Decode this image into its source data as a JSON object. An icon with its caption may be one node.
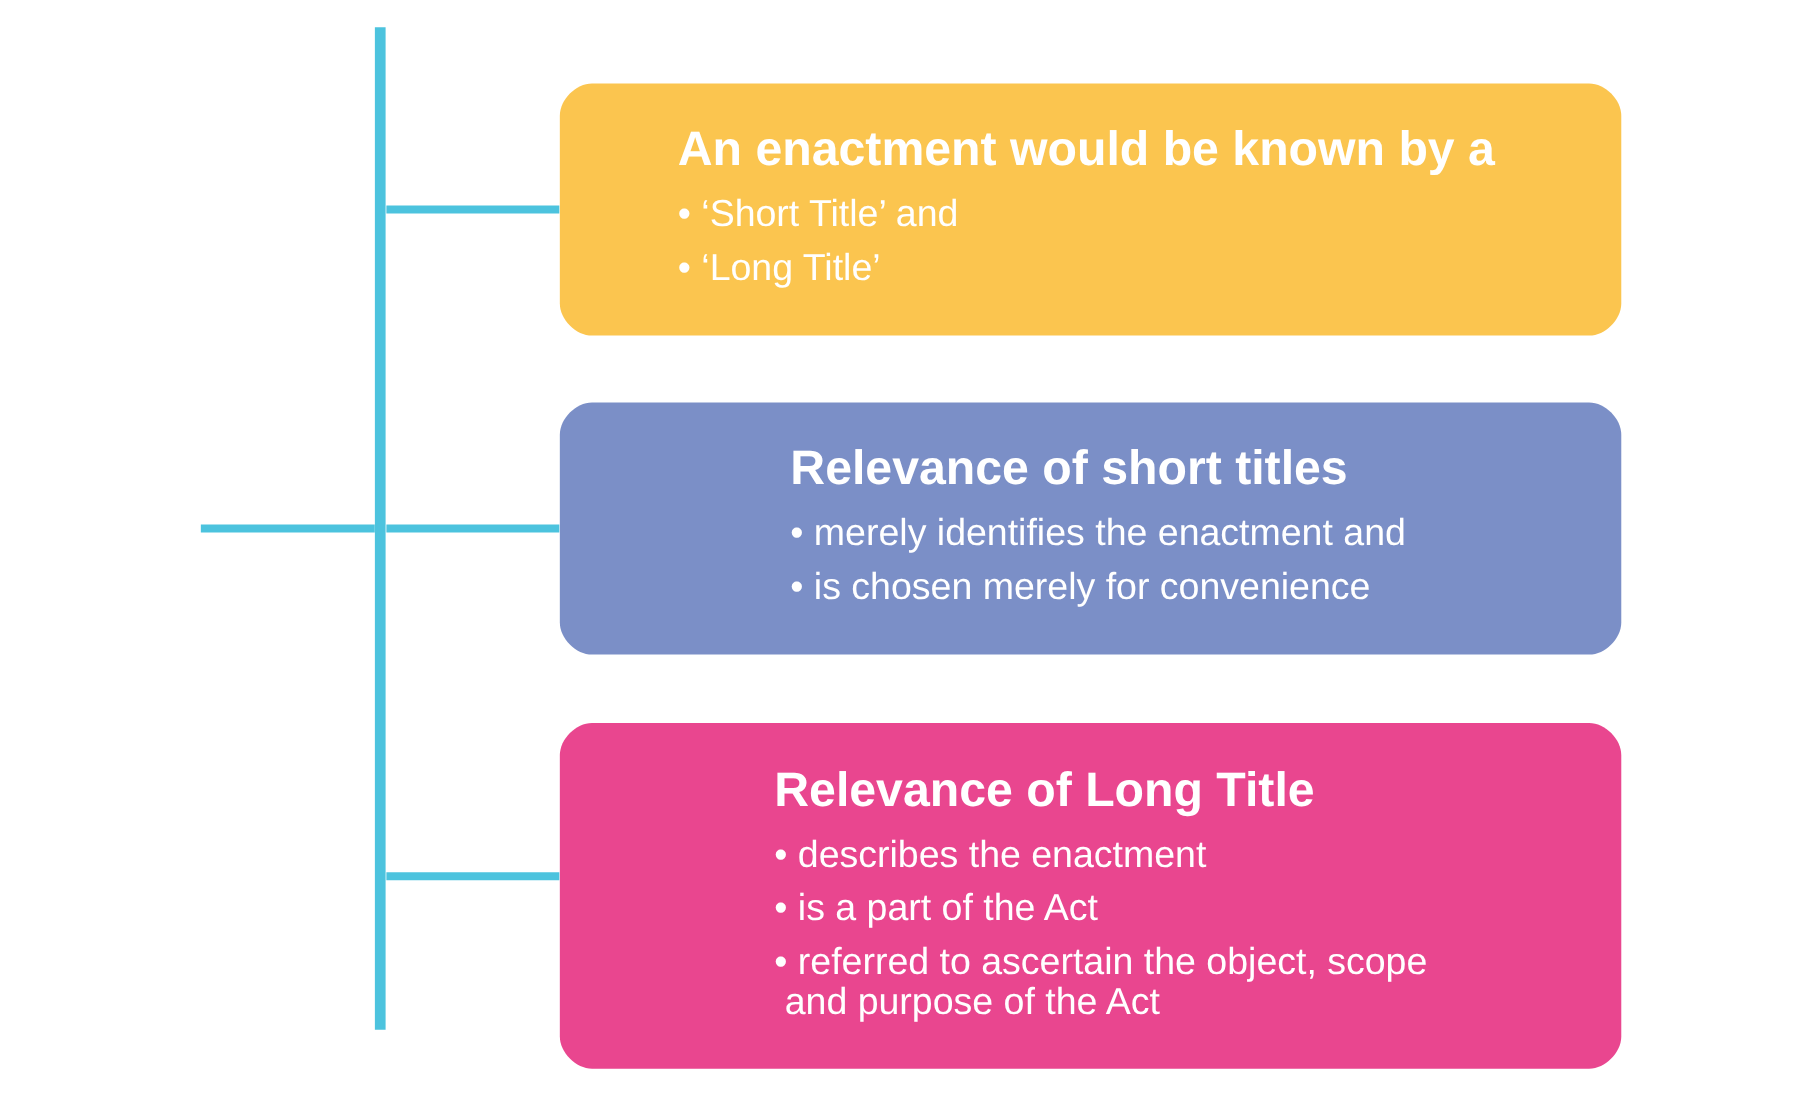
{
  "diagram": {
    "nodes": [
      {
        "text": [],
        "shape": "bar"
      },
      {
        "text": [
          "An enactment would be known by a",
          "• ‘Short Title’ and",
          "• ‘Long Title’"
        ]
      },
      {
        "text": [
          "Relevance of short titles",
          "• merely identifies the enactment and",
          "• is chosen merely for convenience"
        ]
      },
      {
        "text": [
          "Relevance of Long Title",
          "• describes the enactment",
          "• is a part of the Act",
          "• referred to ascertain the object, scope and purpose of the Act"
        ]
      }
    ],
    "edges": [
      {
        "from": null,
        "to": 0,
        "arrow": "none"
      },
      {
        "from": 0,
        "to": 1,
        "arrow": "none"
      },
      {
        "from": 0,
        "to": 2,
        "arrow": "none"
      },
      {
        "from": 0,
        "to": 3,
        "arrow": "none"
      }
    ]
  }
}
